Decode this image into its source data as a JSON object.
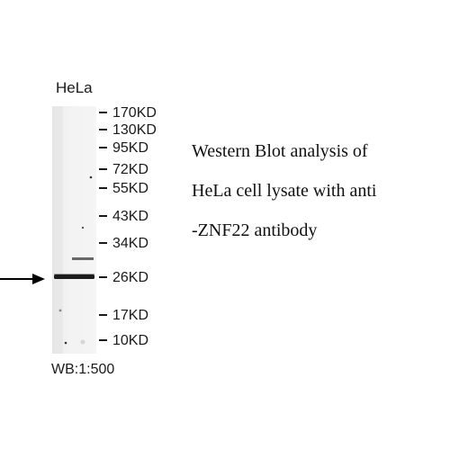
{
  "sample_label": "HeLa",
  "markers": [
    {
      "label": "170KD"
    },
    {
      "label": "130KD"
    },
    {
      "label": "95KD"
    },
    {
      "label": "72KD"
    },
    {
      "label": "55KD"
    },
    {
      "label": "43KD"
    },
    {
      "label": "34KD"
    },
    {
      "label": "26KD"
    },
    {
      "label": "17KD"
    },
    {
      "label": "10KD"
    }
  ],
  "caption": {
    "line1": "Western Blot analysis of",
    "line2": "HeLa cell lysate with anti",
    "line3": "-ZNF22 antibody"
  },
  "dilution": "WB:1:500",
  "colors": {
    "band": "#1c1c1c",
    "text": "#1a1a1a",
    "arrow": "#000000"
  }
}
